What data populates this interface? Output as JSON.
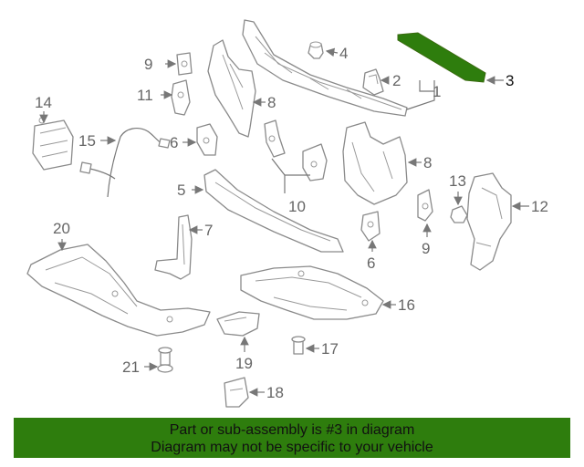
{
  "diagram": {
    "highlight_color": "#2e7d0d",
    "line_color": "#8a8a8a",
    "callouts": [
      {
        "id": "c1",
        "label": "1"
      },
      {
        "id": "c2",
        "label": "2"
      },
      {
        "id": "c3",
        "label": "3",
        "highlighted": true
      },
      {
        "id": "c4",
        "label": "4"
      },
      {
        "id": "c5",
        "label": "5"
      },
      {
        "id": "c6a",
        "label": "6"
      },
      {
        "id": "c6b",
        "label": "6"
      },
      {
        "id": "c7",
        "label": "7"
      },
      {
        "id": "c8a",
        "label": "8"
      },
      {
        "id": "c8b",
        "label": "8"
      },
      {
        "id": "c9a",
        "label": "9"
      },
      {
        "id": "c9b",
        "label": "9"
      },
      {
        "id": "c10",
        "label": "10"
      },
      {
        "id": "c11",
        "label": "11"
      },
      {
        "id": "c12",
        "label": "12"
      },
      {
        "id": "c13",
        "label": "13"
      },
      {
        "id": "c14",
        "label": "14"
      },
      {
        "id": "c15",
        "label": "15"
      },
      {
        "id": "c16",
        "label": "16"
      },
      {
        "id": "c17",
        "label": "17"
      },
      {
        "id": "c18",
        "label": "18"
      },
      {
        "id": "c19",
        "label": "19"
      },
      {
        "id": "c20",
        "label": "20"
      },
      {
        "id": "c21",
        "label": "21"
      }
    ]
  },
  "banner": {
    "line1": "Part or sub-assembly is #3 in diagram",
    "line2": "Diagram may not be specific to your vehicle",
    "background": "#2e7d0d"
  }
}
